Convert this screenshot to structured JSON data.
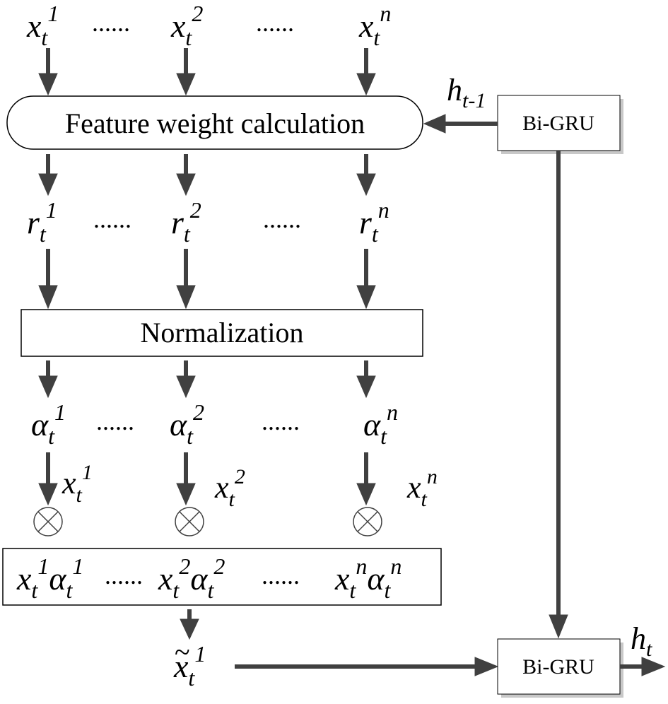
{
  "symbols": {
    "x": "x",
    "r": "r",
    "alpha": "α",
    "h": "h",
    "sub_t": "t",
    "sub_t_minus_1": "t-1",
    "sup_1": "1",
    "sup_2": "2",
    "sup_n": "n",
    "tilde": "~"
  },
  "ellipsis": "......",
  "boxes": {
    "feature_weight": "Feature weight calculation",
    "normalization": "Normalization",
    "bigru_top": "Bi-GRU",
    "bigru_bottom": "Bi-GRU"
  },
  "colors": {
    "arrow": "#404040",
    "box_fill": "#ffffff",
    "box_stroke": "#000000",
    "shadow": "#c8c8c8",
    "text": "#000000"
  }
}
